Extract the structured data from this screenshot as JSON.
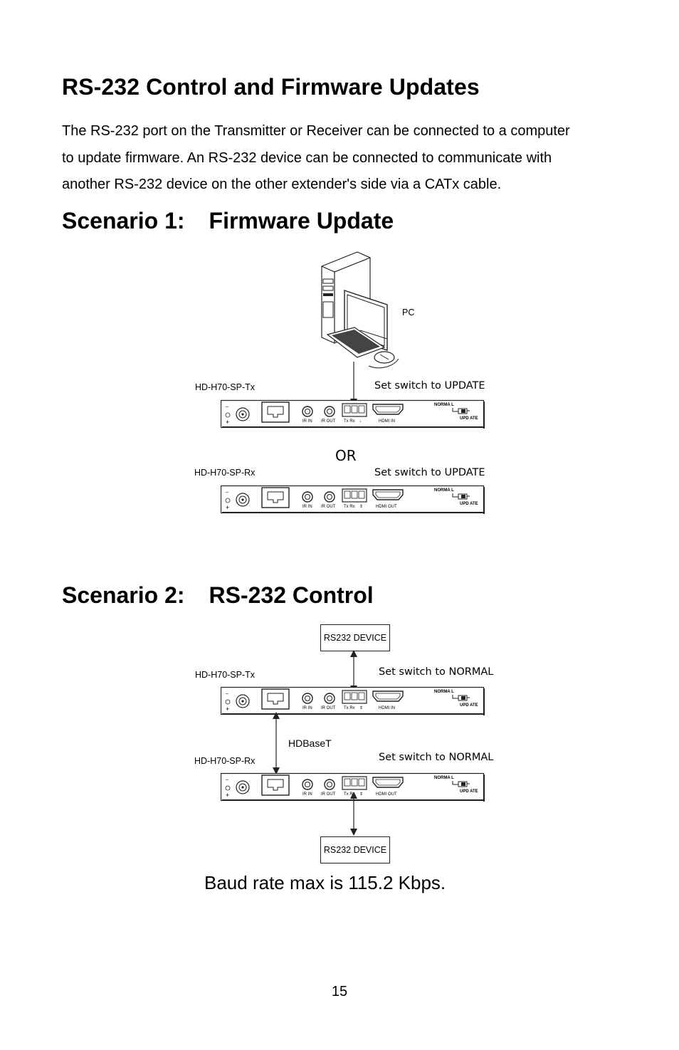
{
  "heading": "RS-232 Control and Firmware Updates",
  "intro_lines": [
    "The RS-232 port on the Transmitter or Receiver can be connected to a computer",
    "to update firmware. An RS-232 device can be connected to communicate with",
    "another RS-232 device on the other extender's side via a CATx cable."
  ],
  "scenario1": {
    "number": "Scenario 1:",
    "title": "Firmware Update",
    "pc_label": "PC",
    "tx_label": "HD-H70-SP-Tx",
    "rx_label": "HD-H70-SP-Rx",
    "or_label": "OR",
    "tx_note": "Set switch to UPDATE",
    "rx_note": "Set switch to UPDATE"
  },
  "scenario2": {
    "number": "Scenario 2:",
    "title": "RS-232 Control",
    "device_top": "RS232 DEVICE",
    "device_bottom": "RS232 DEVICE",
    "tx_label": "HD-H70-SP-Tx",
    "rx_label": "HD-H70-SP-Rx",
    "link_label": "HDBaseT",
    "tx_note": "Set switch to NORMAL",
    "rx_note": "Set switch to NORMAL"
  },
  "panel": {
    "ir_in": "IR IN",
    "ir_out": "IR OUT",
    "txrx": "Tx Rx",
    "hdmi_in": "HDMI IN",
    "hdmi_out": "HDMI OUT",
    "normal": "NORMA L",
    "update": "UPD ATE"
  },
  "footer": {
    "baud": "Baud rate max is 115.2 Kbps.",
    "page_number": "15"
  }
}
